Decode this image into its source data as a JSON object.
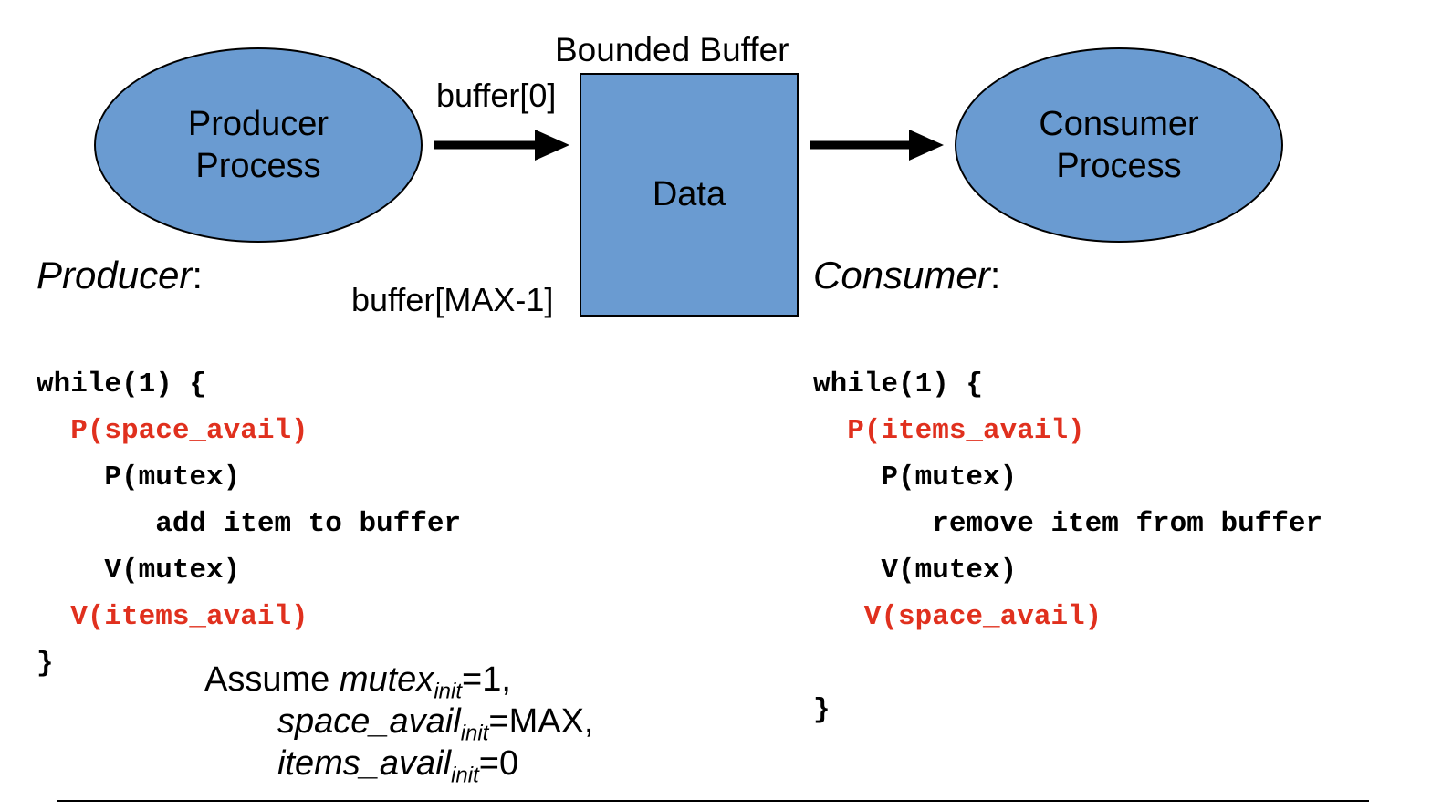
{
  "colors": {
    "shape_fill": "#6a9bd1",
    "highlight": "#e0301e",
    "text": "#000000"
  },
  "diagram": {
    "producer_line1": "Producer",
    "producer_line2": "Process",
    "consumer_line1": "Consumer",
    "consumer_line2": "Process",
    "buffer_title": "Bounded Buffer",
    "buffer_content": "Data",
    "buffer_first": "buffer[0]",
    "buffer_last": "buffer[MAX-1]"
  },
  "producer": {
    "heading": "Producer",
    "colon": ":",
    "code": [
      {
        "text": "while(1) {",
        "color": "black"
      },
      {
        "text": "  P(space_avail)",
        "color": "red"
      },
      {
        "text": "    P(mutex)",
        "color": "black"
      },
      {
        "text": "       add item to buffer",
        "color": "black"
      },
      {
        "text": "    V(mutex)",
        "color": "black"
      },
      {
        "text": "  V(items_avail)",
        "color": "red"
      },
      {
        "text": "}",
        "color": "black"
      }
    ]
  },
  "consumer": {
    "heading": "Consumer",
    "colon": ":",
    "code": [
      {
        "text": "while(1) {",
        "color": "black"
      },
      {
        "text": "  P(items_avail)",
        "color": "red"
      },
      {
        "text": "    P(mutex)",
        "color": "black"
      },
      {
        "text": "       remove item from buffer",
        "color": "black"
      },
      {
        "text": "    V(mutex)",
        "color": "black"
      },
      {
        "text": "   V(space_avail)",
        "color": "red"
      },
      {
        "text": "}",
        "color": "black"
      }
    ]
  },
  "assumption": {
    "prefix": "Assume ",
    "mutex_name": "mutex",
    "mutex_sub": "init",
    "mutex_value": "=1,",
    "space_name": "space_avail",
    "space_sub": "init",
    "space_value": "=MAX,",
    "items_name": "items_avail",
    "items_sub": "init",
    "items_value": "=0"
  }
}
